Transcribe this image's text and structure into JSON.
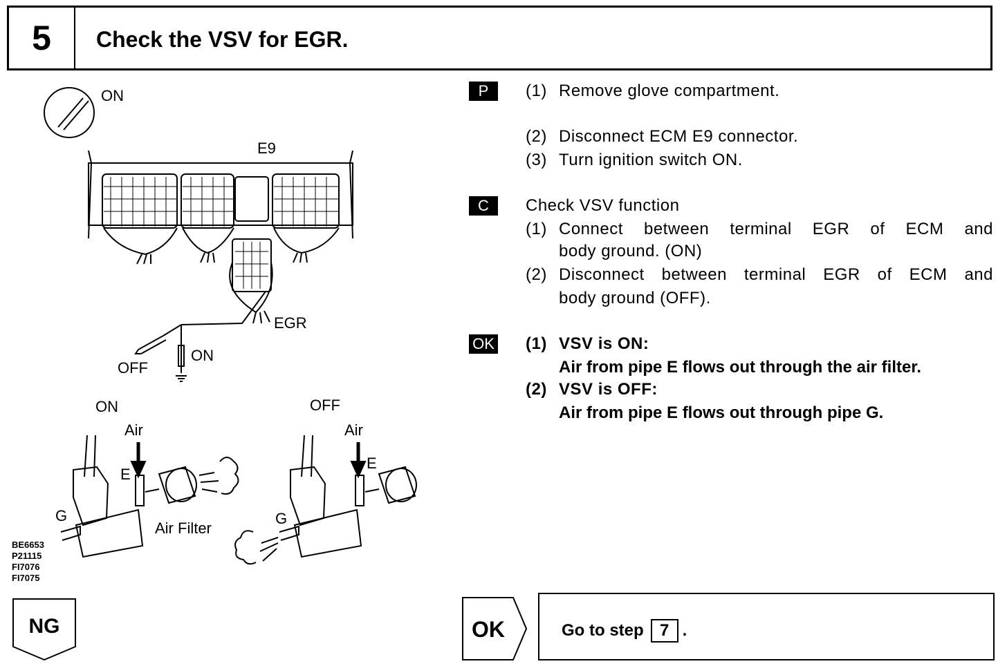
{
  "header": {
    "step_number": "5",
    "title": "Check the VSV for EGR."
  },
  "diagram": {
    "ignition_label": "ON",
    "connector_label": "E9",
    "terminal_label": "EGR",
    "switch_off_label": "OFF",
    "switch_on_label": "ON",
    "left_state_label": "ON",
    "right_state_label": "OFF",
    "air_label_left": "Air",
    "air_label_right": "Air",
    "pipe_e_left": "E",
    "pipe_e_right": "E",
    "pipe_g_left": "G",
    "pipe_g_right": "G",
    "filter_label": "Air Filter",
    "figure_codes": [
      "BE6653",
      "P21115",
      "FI7076",
      "FI7075"
    ]
  },
  "prep": {
    "badge": "P",
    "steps": [
      {
        "num": "(1)",
        "text": "Remove glove compartment."
      },
      {
        "num": "(2)",
        "text": "Disconnect ECM E9 connector."
      },
      {
        "num": "(3)",
        "text": "Turn ignition switch ON."
      }
    ]
  },
  "check": {
    "badge": "C",
    "heading": "Check VSV function",
    "step1_num": "(1)",
    "step1_line1": "Connect between terminal EGR of ECM and",
    "step1_line2": "body ground. (ON)",
    "step2_num": "(2)",
    "step2_line1": "Disconnect between terminal EGR of ECM and",
    "step2_line2": "body ground (OFF)."
  },
  "ok": {
    "badge": "OK",
    "r1_num": "(1)",
    "r1_head": "VSV is ON:",
    "r1_text": "Air from pipe E flows out through the air filter.",
    "r2_num": "(2)",
    "r2_head": "VSV is OFF:",
    "r2_text": "Air from pipe E flows out through pipe G."
  },
  "bottom": {
    "ng_label": "NG",
    "ok_label": "OK",
    "goto_prefix": "Go to step",
    "goto_step": "7",
    "goto_suffix": "."
  }
}
